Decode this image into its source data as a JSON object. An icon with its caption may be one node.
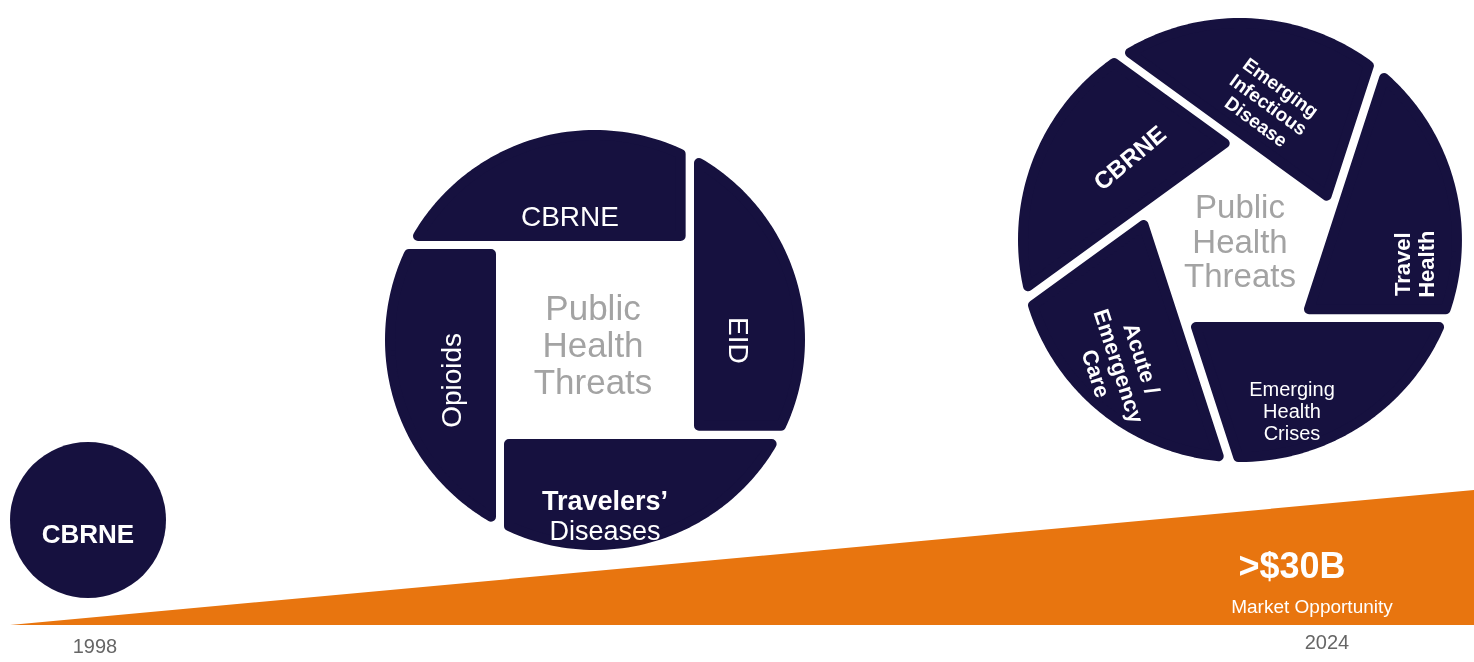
{
  "diagram": {
    "nodes": [
      {
        "text": [
          "CBRNE"
        ]
      },
      {
        "text": [
          "CBRNE"
        ]
      },
      {
        "text": [
          "EID"
        ]
      },
      {
        "text": [
          "**Travelers’** Diseases"
        ]
      },
      {
        "text": [
          "Opioids"
        ]
      },
      {
        "text": [
          "CBRNE"
        ]
      },
      {
        "text": [
          "Emerging Infectious Disease"
        ]
      },
      {
        "text": [
          "Travel Health"
        ]
      },
      {
        "text": [
          "Emerging Health Crises"
        ]
      },
      {
        "text": [
          "Acute / Emergency Care"
        ]
      },
      {
        "text": [
          ">$30B",
          "Market Opportunity"
        ]
      }
    ],
    "labels": [
      "Public Health Threats",
      "Public Health Threats",
      "1998",
      "2024"
    ]
  }
}
